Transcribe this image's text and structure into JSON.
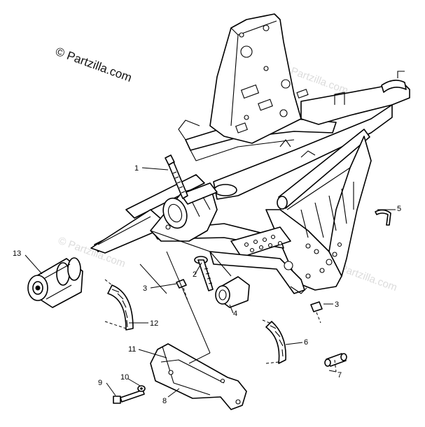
{
  "watermark": {
    "primary": "© Partzilla.com",
    "faint": "© Partzilla.com"
  },
  "callouts": {
    "c1": "1",
    "c2": "2",
    "c3a": "3",
    "c3b": "3",
    "c4": "4",
    "c5": "5",
    "c6": "6",
    "c7": "7",
    "c8": "8",
    "c9": "9",
    "c10": "10",
    "c11": "11",
    "c12": "12",
    "c13": "13"
  }
}
